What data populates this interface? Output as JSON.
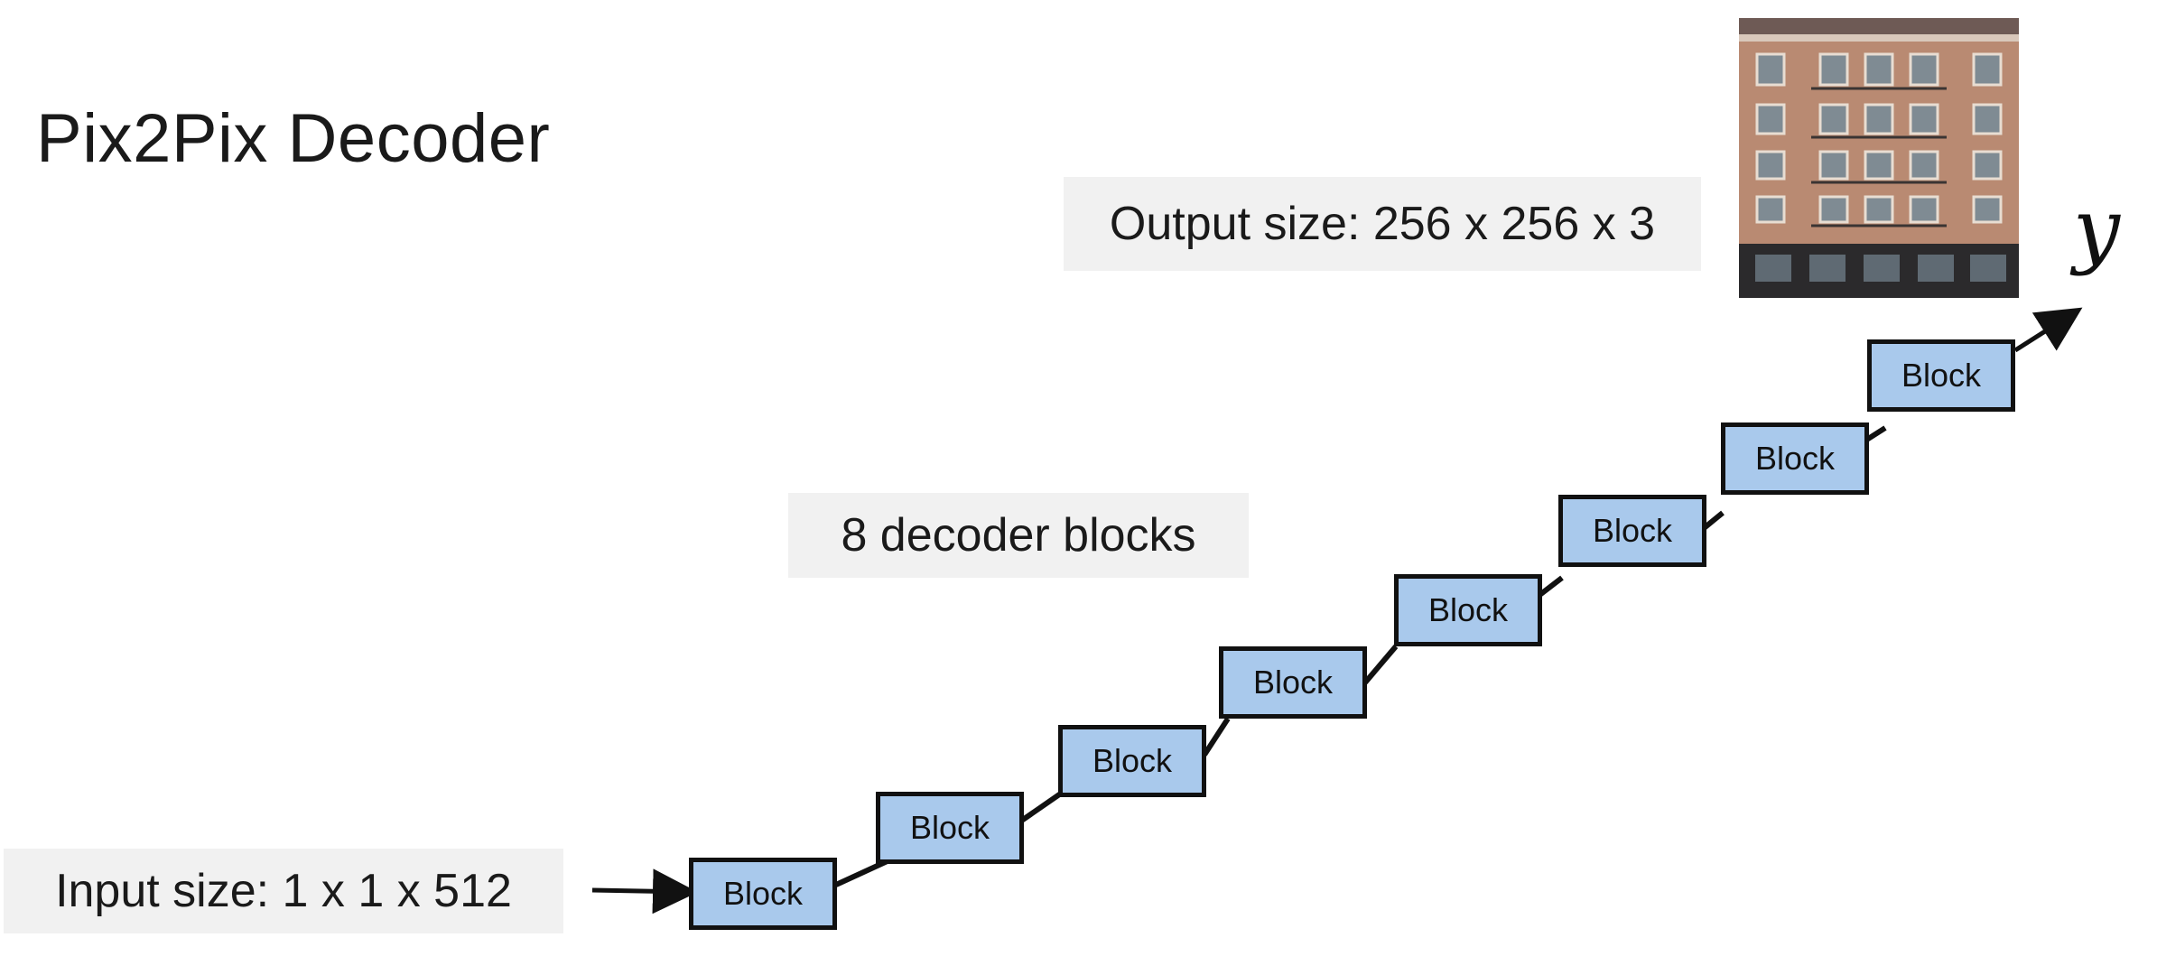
{
  "title": "Pix2Pix Decoder",
  "input_label": "Input size: 1 x 1 x 512",
  "blocks_label": "8 decoder blocks",
  "output_label": "Output size: 256 x 256 x 3",
  "output_symbol": "y",
  "blocks": [
    "Block",
    "Block",
    "Block",
    "Block",
    "Block",
    "Block",
    "Block",
    "Block"
  ],
  "colors": {
    "block_fill": "#a9c9ec",
    "block_border": "#111111",
    "label_bg": "#f1f1f1"
  }
}
